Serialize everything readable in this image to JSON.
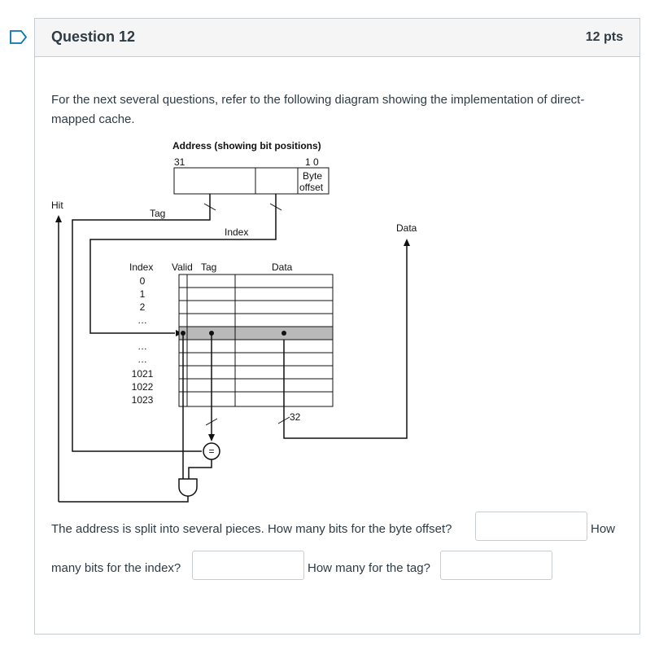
{
  "question": {
    "title": "Question 12",
    "points": "12 pts",
    "intro": "For the next several questions, refer to the following diagram showing the implementation of direct-mapped cache.",
    "prompt_part1": "The address is split into several pieces. How many bits for the byte offset?",
    "prompt_part2_a": "How",
    "prompt_part2_b": "many bits for the index?",
    "prompt_part3": "How many for the tag?"
  },
  "answers": {
    "byte_offset": "",
    "index": "",
    "tag": ""
  },
  "diagram": {
    "address_title": "Address (showing bit positions)",
    "bit_31": "31",
    "bit_10": "1 0",
    "byte": "Byte",
    "offset": "offset",
    "hit": "Hit",
    "tag": "Tag",
    "index": "Index",
    "data": "Data",
    "col_index": "Index",
    "col_valid": "Valid",
    "col_tag": "Tag",
    "col_data": "Data",
    "rows": [
      "0",
      "1",
      "2",
      "…",
      "…",
      "…",
      "1021",
      "1022",
      "1023"
    ],
    "width_32": "32",
    "comparator": "="
  },
  "colors": {
    "text": "#2d3b45",
    "border": "#c7cdd1",
    "header_bg": "#f5f5f5",
    "accent": "#0374b5",
    "highlight_row": "#b9b9b9"
  }
}
